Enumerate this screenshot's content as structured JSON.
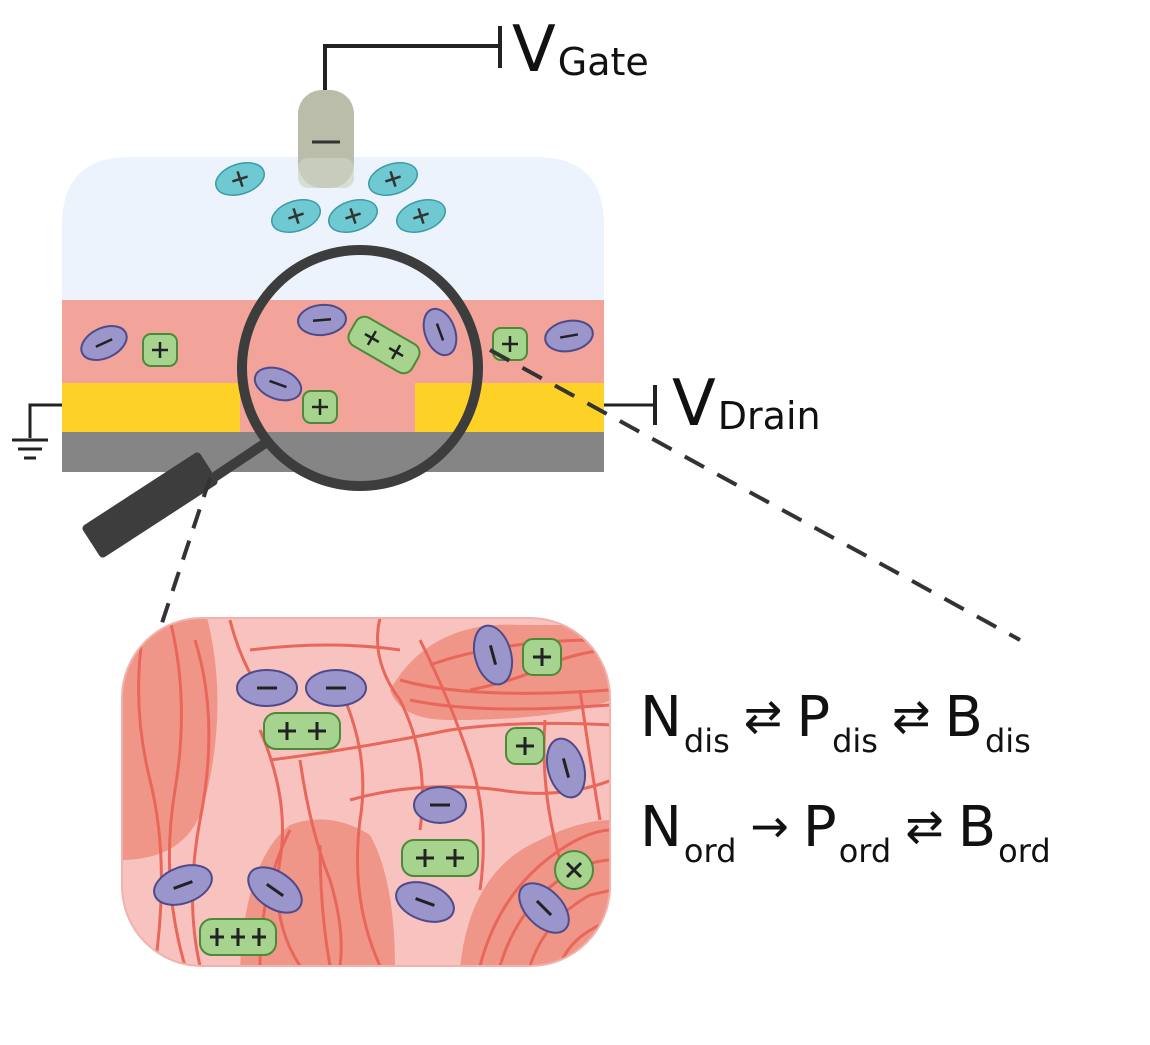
{
  "labels": {
    "v_gate": {
      "main": "V",
      "sub": "Gate"
    },
    "v_drain": {
      "main": "V",
      "sub": "Drain"
    }
  },
  "equations": {
    "row1": {
      "t1": "N",
      "s1": "dis",
      "a1": "⇄",
      "t2": "P",
      "s2": "dis",
      "a2": "⇄",
      "t3": "B",
      "s3": "dis"
    },
    "row2": {
      "t1": "N",
      "s1": "ord",
      "a1": "→",
      "t2": "P",
      "s2": "ord",
      "a2": "⇄",
      "t3": "B",
      "s3": "ord"
    }
  },
  "colors": {
    "electrolyte": "#edf3fc",
    "polymer_layer": "#f2a39a",
    "electrode": "#fdd125",
    "substrate": "#858585",
    "gate_tip": "#b9bdaa",
    "cation_blue": "#6fc9d3",
    "anion_purple": "#9a96cc",
    "polaron_green": "#a6d48e",
    "zoom_background": "#f8c3be",
    "zoom_domain": "#ef9688",
    "polymer_chain": "#e8675a",
    "magnifier": "#3d3d3d"
  }
}
